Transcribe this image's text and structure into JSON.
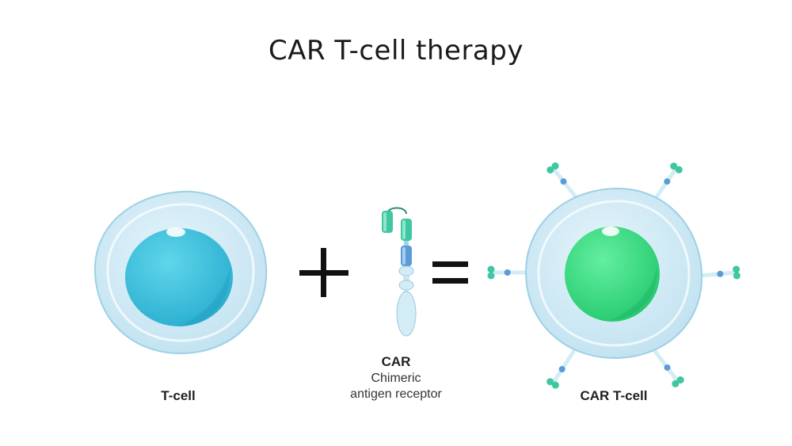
{
  "title": "CAR T-cell therapy",
  "labels": {
    "tcell": "T-cell",
    "car_abbr": "CAR",
    "car_line1": "Chimeric",
    "car_line2": "antigen receptor",
    "car_tcell": "CAR T-cell"
  },
  "operators": {
    "plus": "+",
    "equals": "="
  },
  "colors": {
    "membrane": "#cfeaf6",
    "membrane_edge": "#8fc9e2",
    "tcell_nucleus": "#3cc3dc",
    "car_nucleus": "#3ddf86",
    "receptor_head": "#3ec7a0",
    "receptor_mid": "#5b9bd8",
    "receptor_pale": "#d3ecf6"
  }
}
